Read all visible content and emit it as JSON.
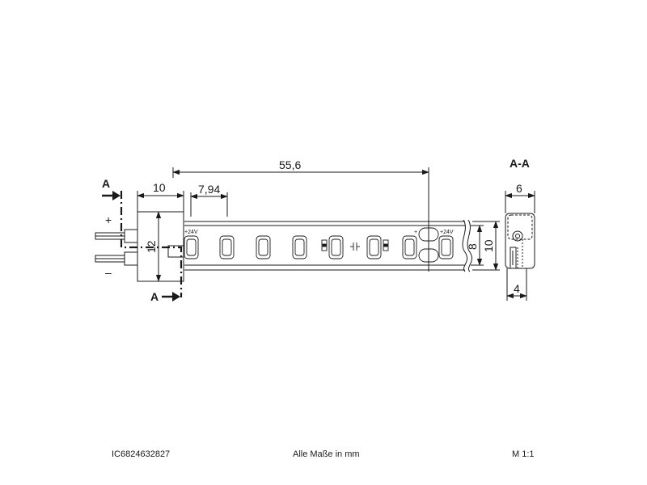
{
  "diagram": {
    "section_label_top": "A",
    "section_label_bottom": "A",
    "section_view_title": "A-A",
    "plus_sign": "+",
    "minus_sign": "–",
    "voltage_label_left": "+24V",
    "voltage_label_right": "+24V",
    "cut_plus": "+",
    "dimensions": {
      "pitch_total": "55,6",
      "connector_length": "10",
      "led_pitch": "7,94",
      "connector_height": "12",
      "strip_width_inner": "8",
      "strip_width_outer": "10",
      "section_width": "6",
      "section_base": "4"
    }
  },
  "footer": {
    "article_number": "IC6824632827",
    "units_note": "Alle Maße in mm",
    "scale": "M 1:1"
  }
}
